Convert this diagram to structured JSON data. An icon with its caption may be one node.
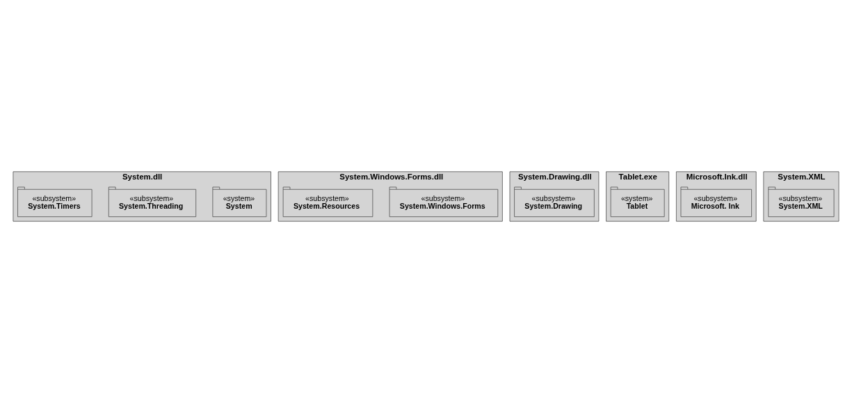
{
  "diagram": {
    "nodes": [
      {
        "text": [
          "System.dll"
        ]
      },
      {
        "text": [
          "«system»",
          "System"
        ],
        "in": 0
      },
      {
        "text": [
          "«subsystem»",
          "System.Threading"
        ],
        "in": 0
      },
      {
        "text": [
          "«subsystem»",
          "System.Timers"
        ],
        "in": 0
      },
      {
        "text": [
          "System.Windows.Forms.dll"
        ]
      },
      {
        "text": [
          "«subsystem»",
          "System.Windows.Forms"
        ],
        "in": 4
      },
      {
        "text": [
          "«subsystem»",
          "System.Resources"
        ],
        "in": 4
      },
      {
        "text": [
          "System.Drawing.dll"
        ]
      },
      {
        "text": [
          "«subsystem»",
          "System.Drawing"
        ],
        "in": 7
      },
      {
        "text": [
          "Tablet.exe"
        ]
      },
      {
        "text": [
          "«system»",
          "Tablet"
        ],
        "in": 9
      },
      {
        "text": [
          "Microsoft.Ink.dll"
        ]
      },
      {
        "text": [
          "«subsystem»",
          "Microsoft. Ink"
        ],
        "in": 11
      },
      {
        "text": [
          "System.XML"
        ]
      },
      {
        "text": [
          "«subsystem»",
          "System.XML"
        ],
        "in": 13
      }
    ],
    "edges": []
  }
}
